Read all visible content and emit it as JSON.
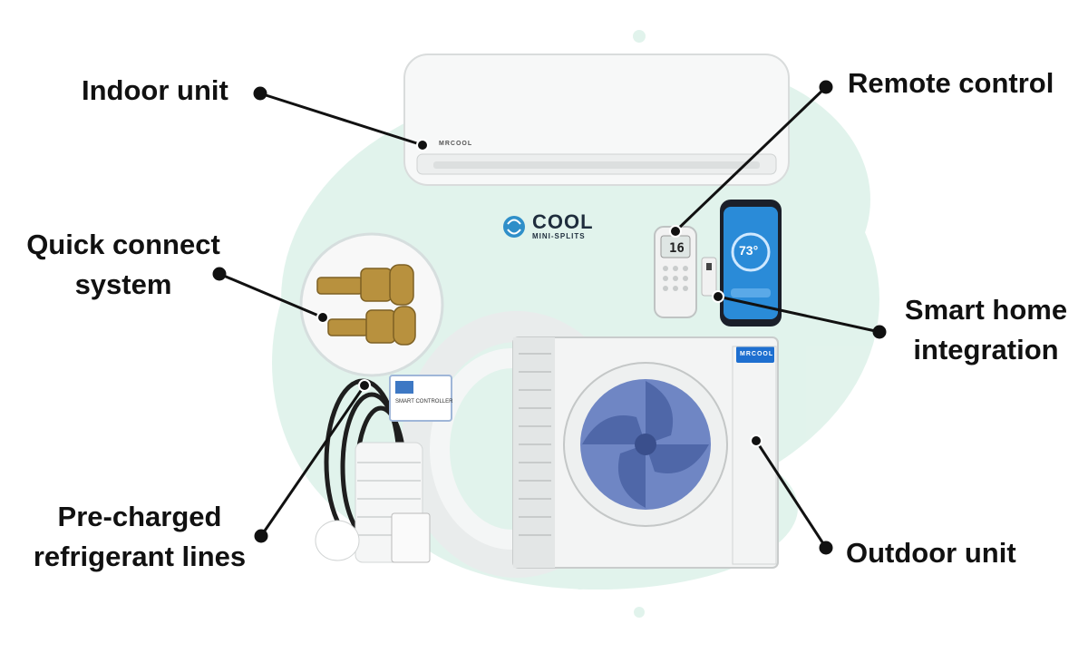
{
  "labels": {
    "indoor_unit": "Indoor unit",
    "remote_control": "Remote control",
    "quick_connect_line1": "Quick connect",
    "quick_connect_line2": "system",
    "smart_home_line1": "Smart home",
    "smart_home_line2": "integration",
    "precharged_line1": "Pre-charged",
    "precharged_line2": "refrigerant lines",
    "outdoor_unit": "Outdoor unit"
  },
  "brand": {
    "name": "COOL",
    "subtitle": "MINI-SPLITS",
    "unit_brand": "MRCOOL",
    "controller_text": "SMART CONTROLLER"
  },
  "device": {
    "phone_temperature": "73°",
    "remote_display": "16"
  },
  "colors": {
    "background_splash": "#d8efe6",
    "fan_blue": "#6f86c4",
    "phone_blue": "#1e88e5",
    "brass": "#b8913e",
    "line_color": "#111111"
  },
  "icons": {
    "logo": "snowflake-fan-icon"
  }
}
